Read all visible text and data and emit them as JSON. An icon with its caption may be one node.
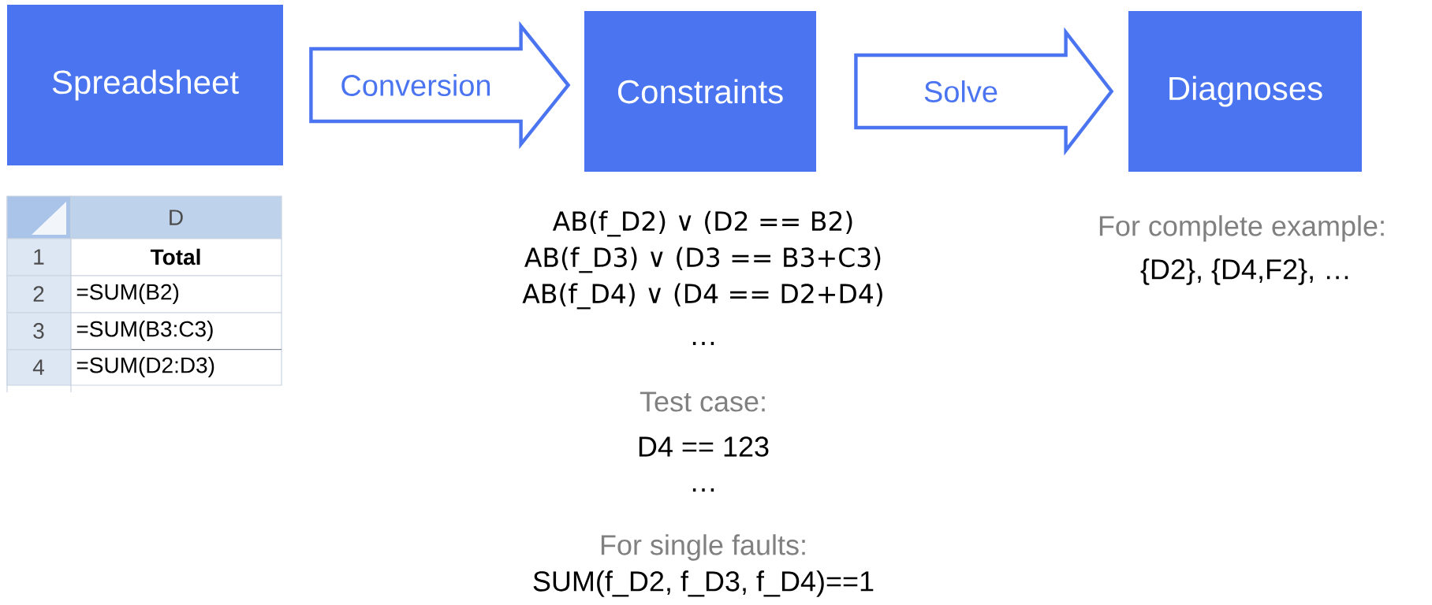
{
  "diagram": {
    "nodes": [
      {
        "text": [
          "Spreadsheet"
        ]
      },
      {
        "text": [
          "Constraints"
        ]
      },
      {
        "text": [
          "Diagnoses"
        ]
      }
    ],
    "edges": [
      {
        "from": 0,
        "to": 1,
        "arrow": "to",
        "label": "Conversion"
      },
      {
        "from": 1,
        "to": 2,
        "arrow": "to",
        "label": "Solve"
      }
    ],
    "labels": [
      "D",
      "1",
      "Total",
      "2",
      "=SUM(B2)",
      "3",
      "=SUM(B3:C3)",
      "4",
      "=SUM(D2:D3)",
      "AB(f_D2) ∨ (D2 == B2)",
      "AB(f_D3) ∨ (D3 == B3+C3)",
      "AB(f_D4) ∨ (D4 == D2+D4)",
      "…",
      "Test case:",
      "D4 == 123",
      "…",
      "For single faults:",
      "SUM(f_D2, f_D3, f_D4)==1",
      "For complete example:",
      "{D2}, {D4,F2}, …"
    ]
  }
}
